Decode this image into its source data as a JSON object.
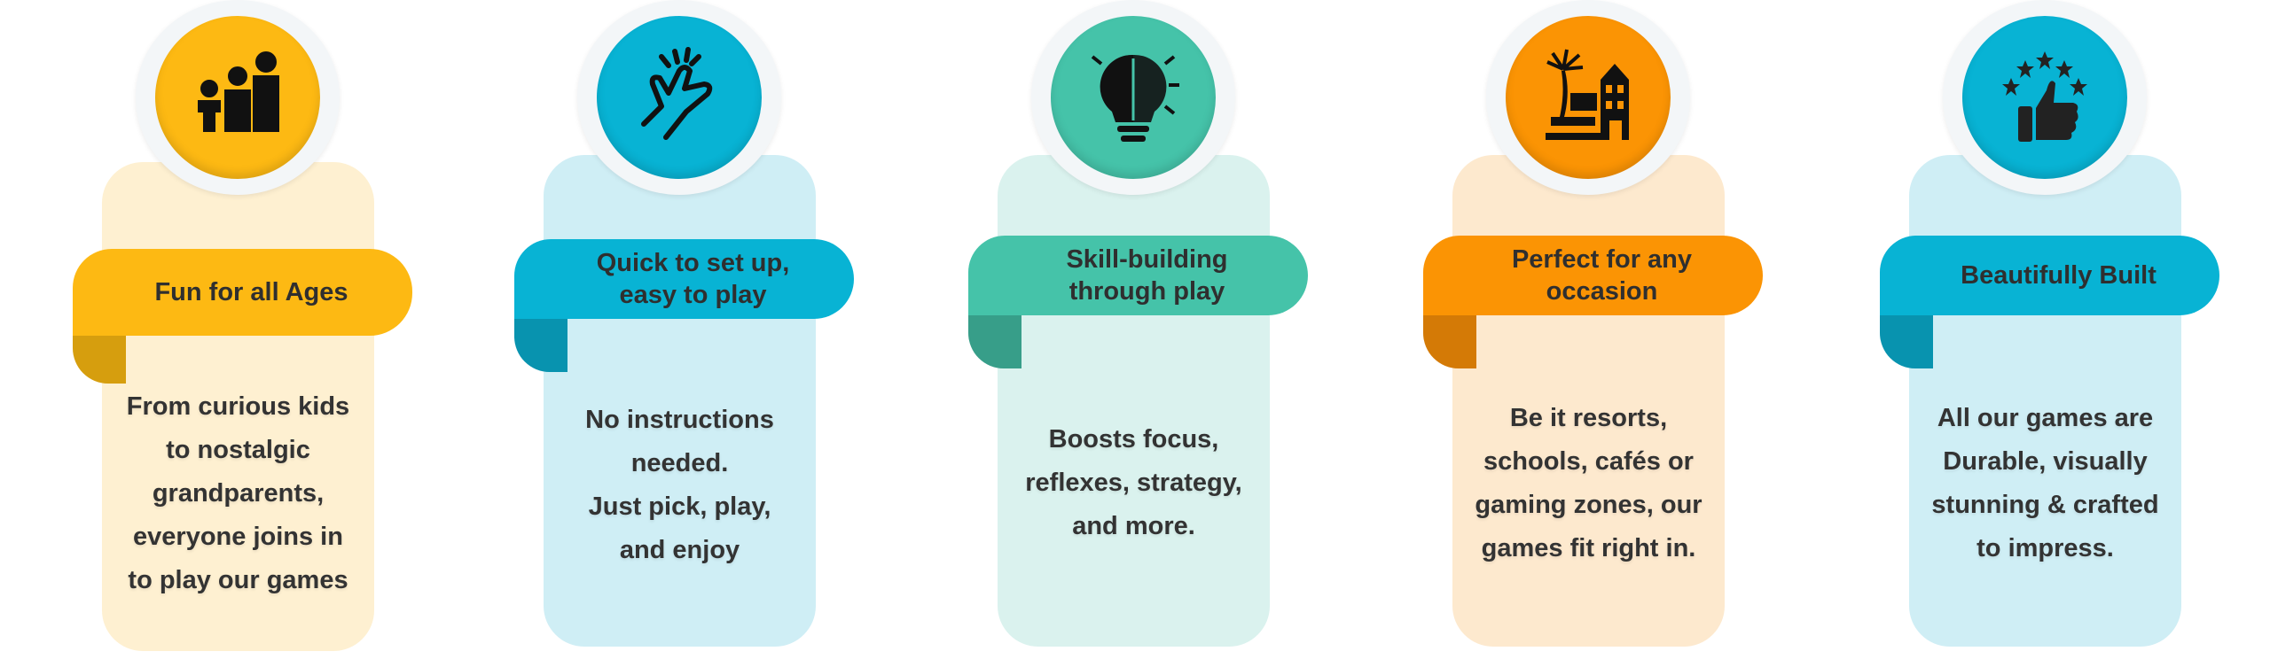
{
  "cards": [
    {
      "title": "Fun for all Ages",
      "body": "From curious kids to nostalgic grandparents, everyone joins in to play our games",
      "icon": "family-icon",
      "accent": "#FDB913",
      "dark": "#D69E0E",
      "pale": "#FEF0D1"
    },
    {
      "title": "Quick to set up, easy to play",
      "body": "No instructions needed.\nJust pick, play, and enjoy",
      "icon": "hand-snap-icon",
      "accent": "#08B3D4",
      "dark": "#0893AF",
      "pale": "#CFEEF5"
    },
    {
      "title": "Skill-building through play",
      "body": "Boosts focus, reflexes, strategy, and more.",
      "icon": "brain-bulb-icon",
      "accent": "#45C3A9",
      "dark": "#379E89",
      "pale": "#DAF2EE"
    },
    {
      "title": "Perfect for any occasion",
      "body": "Be it resorts, schools, cafés or gaming zones, our games fit right in.",
      "icon": "resort-icon",
      "accent": "#FB9404",
      "dark": "#D47A06",
      "pale": "#FDE9CE"
    },
    {
      "title": "Beautifully Built",
      "body": "All our games are Durable, visually stunning & crafted to impress.",
      "icon": "thumbs-up-stars-icon",
      "accent": "#08B3D4",
      "dark": "#0893AF",
      "pale": "#CFEEF5"
    }
  ]
}
